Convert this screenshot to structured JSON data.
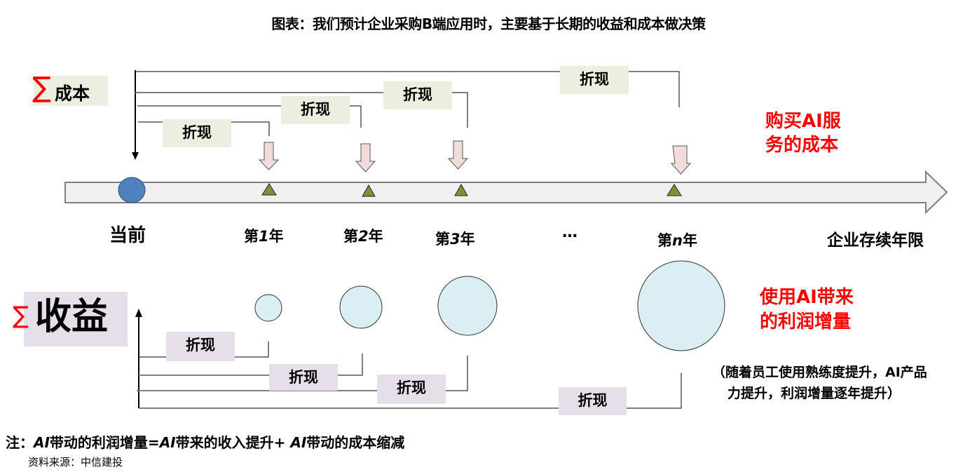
{
  "title": "图表：我们预计企业采购B端应用时，主要基于长期的收益和成本做决策",
  "cost_label": {
    "sigma": "∑",
    "text": "成本"
  },
  "revenue_label": {
    "sigma": "∑",
    "text": "收益"
  },
  "discount_label": "折现",
  "cost_annotation": [
    "购买AI服",
    "务的成本"
  ],
  "revenue_annotation": [
    "使用AI带来",
    "的利润增量"
  ],
  "revenue_note": [
    "（随着员工使用熟练度提升，AI产品",
    "力提升，利润增量逐年提升）"
  ],
  "timeline": {
    "start": "当前",
    "end": "企业存续年限",
    "ellipsis": "…",
    "periods": [
      {
        "prefix": "第",
        "num": "1",
        "suffix": "年",
        "relative_profit": 1
      },
      {
        "prefix": "第",
        "num": "2",
        "suffix": "年",
        "relative_profit": 2
      },
      {
        "prefix": "第",
        "num": "3",
        "suffix": "年",
        "relative_profit": 3
      },
      {
        "prefix": "第",
        "num": "n",
        "suffix": "年",
        "relative_profit": 4
      }
    ]
  },
  "note": {
    "prefix": "注：",
    "a1": "AI",
    "t1": "带动的利润增量=",
    "a2": "AI",
    "t2": "带来的收入提升+ ",
    "a3": "AI",
    "t3": "带动的成本缩减"
  },
  "source": "资料来源：中信建投",
  "colors": {
    "accent_red": "#ff0000",
    "current_dot": "#4f81bd",
    "year_marker": "#77933c",
    "cost_box": "#ebefdf",
    "revenue_box": "#e6dfea",
    "profit_bubble": "#dbeef4",
    "cost_arrow": "#f2dcdb",
    "timeline_fill": "#f0f0f0"
  }
}
